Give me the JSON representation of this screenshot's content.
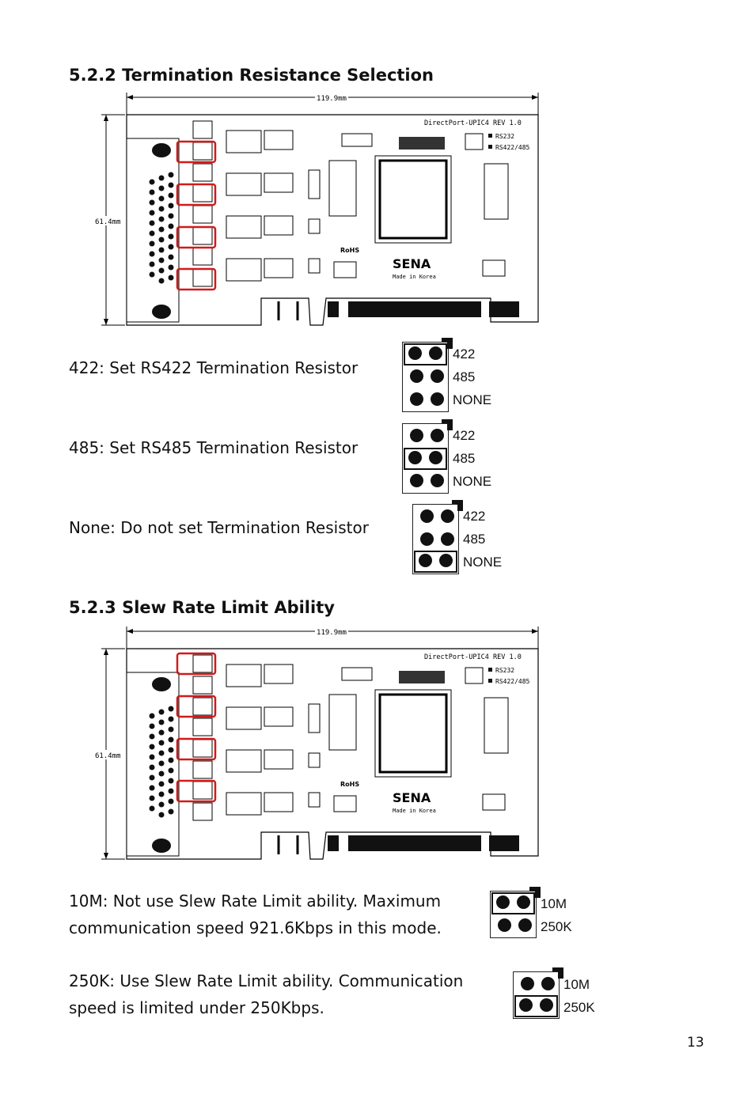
{
  "section_termination": {
    "heading": "5.2.2  Termination Resistance Selection",
    "figure": {
      "width_label": "119.9mm",
      "height_label": "61.4mm",
      "board_title": "DirectPort-UPIC4   REV 1.0",
      "legend_rs232": "RS232",
      "legend_rs422": "RS422/485",
      "brand": "SENA",
      "made_in": "Made in Korea",
      "rohs": "RoHS"
    },
    "options": [
      {
        "text": "422: Set RS422 Termination Resistor",
        "labels": [
          "422",
          "485",
          "NONE"
        ],
        "selected": "422"
      },
      {
        "text": "485: Set RS485 Termination Resistor",
        "labels": [
          "422",
          "485",
          "NONE"
        ],
        "selected": "485"
      },
      {
        "text": "None: Do not set Termination Resistor",
        "labels": [
          "422",
          "485",
          "NONE"
        ],
        "selected": "NONE"
      }
    ]
  },
  "section_slew": {
    "heading": "5.2.3  Slew Rate Limit Ability",
    "figure": {
      "width_label": "119.9mm",
      "height_label": "61.4mm",
      "board_title": "DirectPort-UPIC4   REV 1.0",
      "legend_rs232": "RS232",
      "legend_rs422": "RS422/485",
      "brand": "SENA",
      "made_in": "Made in Korea",
      "rohs": "RoHS"
    },
    "options": [
      {
        "line1": "10M: Not use Slew Rate Limit ability. Maximum",
        "line2": "communication speed 921.6Kbps in this mode.",
        "labels": [
          "10M",
          "250K"
        ],
        "selected": "10M"
      },
      {
        "line1": "250K: Use Slew Rate Limit ability. Communication",
        "line2": "speed is limited under 250Kbps.",
        "labels": [
          "10M",
          "250K"
        ],
        "selected": "250K"
      }
    ]
  },
  "page_number": "13"
}
